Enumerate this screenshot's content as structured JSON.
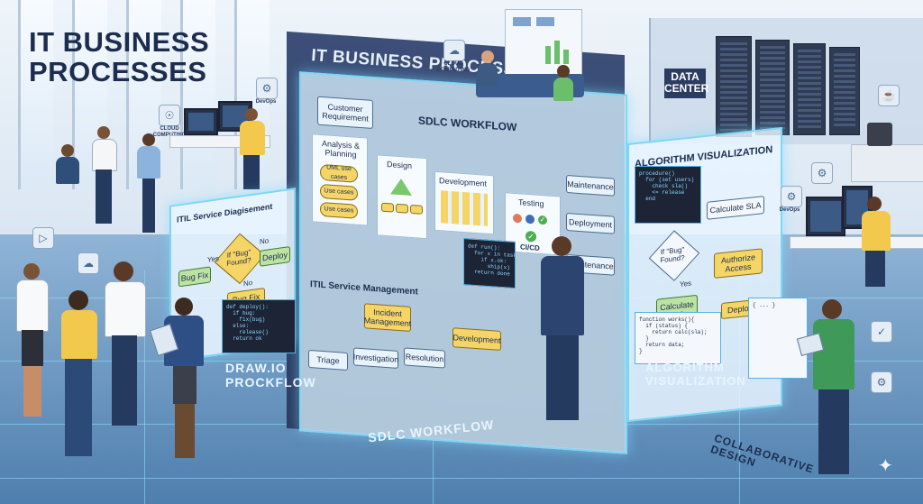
{
  "page_title": "IT BUSINESS PROCESSES",
  "main_board": {
    "title": "IT BUSINESS PROCESSES",
    "sdlc_title": "SDLC WORKFLOW",
    "customer_requirement": "Customer Requirement",
    "analysis_planning": "Analysis & Planning",
    "uml_use_cases": "UML use cases",
    "use_cases_1": "Use cases",
    "use_cases_2": "Use cases",
    "design": "Design",
    "development": "Development",
    "testing": "Testing",
    "ci_cd": "CI/CD",
    "maintenance": "Maintenance",
    "deployment": "Deployment",
    "maintenance_2": "Maintenance",
    "itil_title": "ITIL Service Management",
    "incident_management": "Incident Management",
    "triage": "Triage",
    "investigation": "Investigation",
    "resolution": "Resolution",
    "development_2": "Development"
  },
  "itil_board": {
    "title": "ITIL Service Diagisement",
    "decision": "If \"Bug\" Found?",
    "yes": "Yes",
    "no": "No",
    "no_2": "No",
    "bug_fix_1": "Bug Fix",
    "bug_fix_2": "Bug Fix",
    "deploy": "Deploy",
    "floor_label": "DRAW.IO PROCKFLOW"
  },
  "algo_board": {
    "title": "ALGORITHM VISUALIZATION",
    "calculate_sla": "Calculate SLA",
    "decision": "If \"Bug\" Found?",
    "yes": "Yes",
    "authorize_access": "Authorize Access",
    "calculate_sla_2": "Calculate SLA",
    "deploy": "Deploy",
    "floor_label": "ALGORITHM VISUALIZATION"
  },
  "floor_labels": {
    "sdlc": "SDLC WORKFLOW",
    "collaborative": "COLLABORATIVE DESIGN"
  },
  "signs": {
    "cloud_computing": "CLOUD COMPUTING",
    "data_center": "DATA CENTER",
    "devops_left": "DevOps",
    "devops_right": "DevOps",
    "cloud_badge": "CLOUD COMPUTING"
  },
  "code_snippets": {
    "main": "def run():\n  for x in tasks:\n    if x.ok:\n      ship(x)\n  return done",
    "itil": "def deploy():\n  if bug:\n    fix(bug)\n  else:\n    release()\n  return ok",
    "algo_top": "procedure()\n  for (set users)\n    check sla()\n    <= release\n  end",
    "algo_bottom": "function works(){\n  if (status) {\n    return calc(sla);\n  }\n  return data;\n}"
  },
  "colors": {
    "accent_glow": "#7fd6f3",
    "title_color": "#1d2d4f",
    "yellow_node": "#f5d565",
    "green_node": "#bde3a4"
  }
}
